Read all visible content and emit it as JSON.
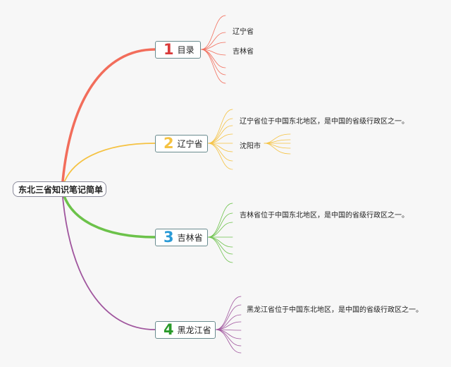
{
  "root": {
    "label": "东北三省知识笔记简单"
  },
  "branches": [
    {
      "num": "1",
      "label": "目录",
      "color": "#f26d5b",
      "num_color": "#d93b3b",
      "leaves": [
        {
          "text": "辽宁省"
        },
        {
          "text": "吉林省"
        }
      ]
    },
    {
      "num": "2",
      "label": "辽宁省",
      "color": "#f5c242",
      "num_color": "#f5c242",
      "leaves": [
        {
          "text": "辽宁省位于中国东北地区，是中国的省级行政区之一。"
        },
        {
          "text": "沈阳市"
        }
      ]
    },
    {
      "num": "3",
      "label": "吉林省",
      "color": "#6cc24a",
      "num_color": "#2a9ad6",
      "leaves": [
        {
          "text": "吉林省位于中国东北地区，是中国的省级行政区之一。"
        }
      ]
    },
    {
      "num": "4",
      "label": "黑龙江省",
      "color": "#a0569e",
      "num_color": "#2a9a2a",
      "leaves": [
        {
          "text": "黑龙江省位于中国东北地区，是中国的省级行政区之一。"
        }
      ]
    }
  ]
}
